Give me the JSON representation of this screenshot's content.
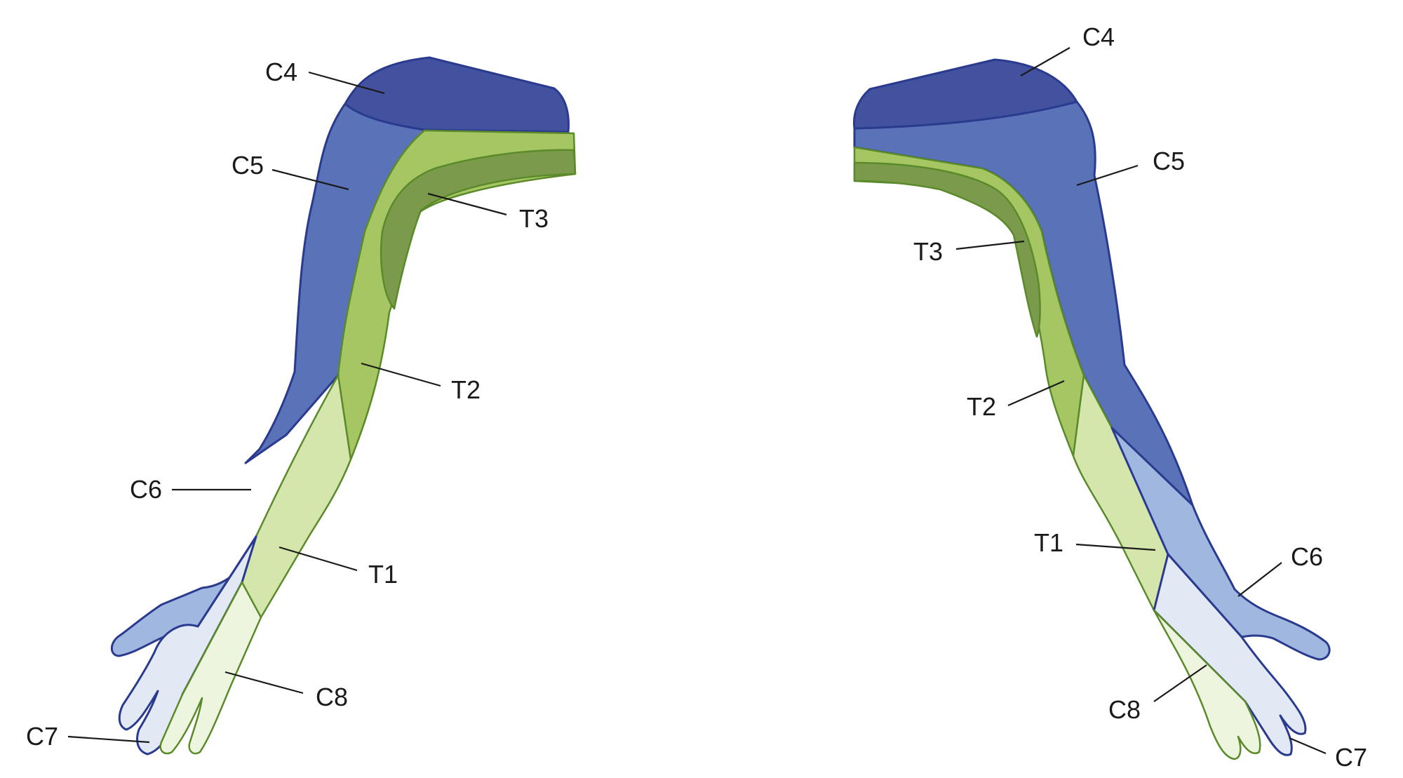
{
  "colors": {
    "C4": "#43529e",
    "C5": "#5a73b8",
    "C6": "#a0b7e0",
    "C7": "#e2e9f5",
    "C8": "#eef5de",
    "T1": "#d4e6ac",
    "T2": "#a6c663",
    "T3": "#7b9a4c"
  },
  "left_arm": {
    "labels": {
      "c4": "C4",
      "c5": "C5",
      "t3": "T3",
      "t2": "T2",
      "c6": "C6",
      "t1": "T1",
      "c8": "C8",
      "c7": "C7"
    }
  },
  "right_arm": {
    "labels": {
      "c4": "C4",
      "c5": "C5",
      "t3": "T3",
      "t2": "T2",
      "t1": "T1",
      "c6": "C6",
      "c8": "C8",
      "c7": "C7"
    }
  }
}
